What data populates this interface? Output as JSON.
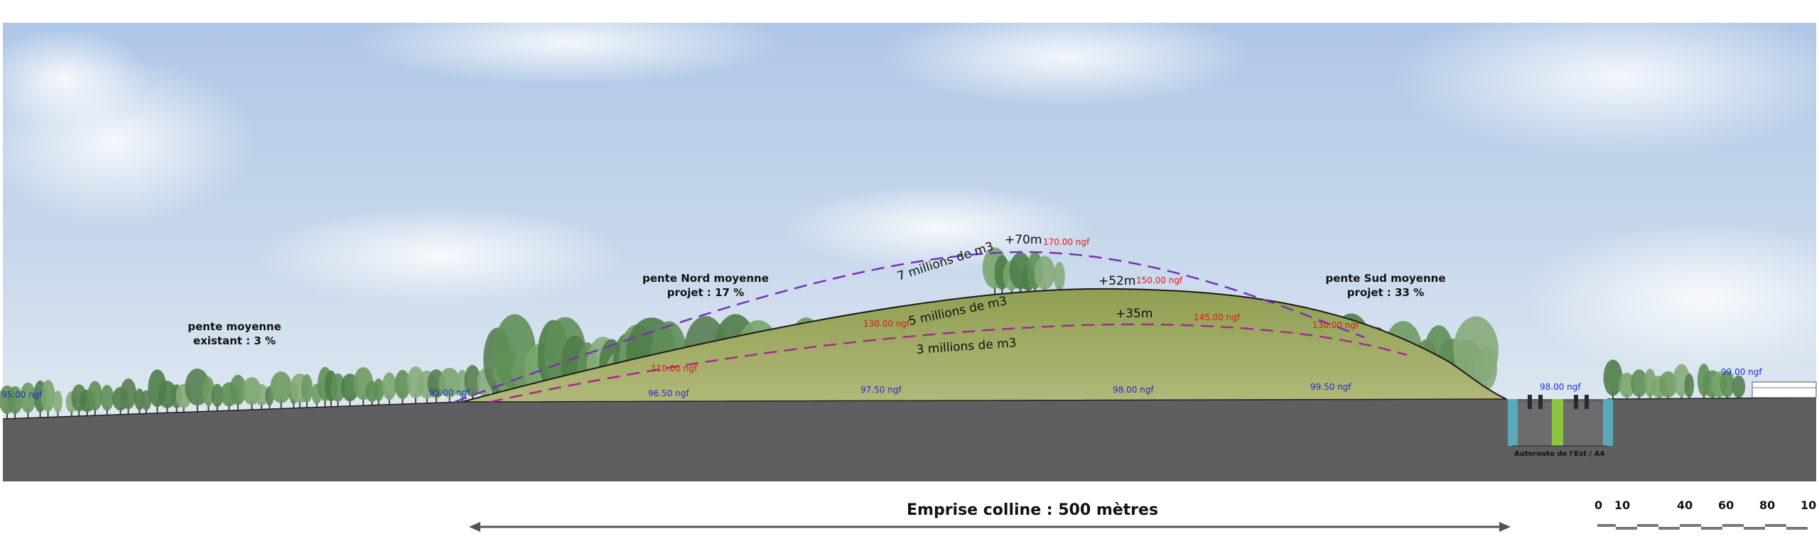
{
  "labels": {
    "pente_existant_line1": "pente  moyenne",
    "pente_existant_line2": "existant : 3 %",
    "pente_nord_line1": "pente Nord moyenne",
    "pente_nord_line2": "projet : 17 %",
    "pente_sud_line1": "pente Sud moyenne",
    "pente_sud_line2": "projet : 33 %",
    "volume_7": "7 millions de m3",
    "volume_5": "5 millions de m3",
    "volume_3": "3 millions de m3",
    "height_70": "+70m",
    "height_52": "+52m",
    "height_35": "+35m",
    "highway": "Autoroute de l'Est / A4",
    "emprise": "Emprise colline : 500 mètres"
  },
  "elevations_blue": [
    "95.00 ngf",
    "95.00 ngf",
    "96.50 ngf",
    "97.50 ngf",
    "98.00 ngf",
    "99.50 ngf",
    "98.00 ngf",
    "99.00 ngf"
  ],
  "elevations_red": [
    "110.00 ngf",
    "130.00 ngf",
    "170.00 ngf",
    "150.00 ngf",
    "145.00 ngf",
    "130.00 ngf"
  ],
  "scale_bar": [
    "0",
    "10",
    "40",
    "60",
    "80",
    "10"
  ],
  "colors": {
    "sky_top": "#b3cbe8",
    "ground": "#5f5f61",
    "hill": "#a3ae6c",
    "profile_70": "#7a2fb8",
    "profile_35": "#a52a8c",
    "ngf_blue": "#1f2fd0",
    "ngf_red": "#e01818",
    "highway_water": "#5aa9b8",
    "highway_median": "#8cc63f"
  }
}
